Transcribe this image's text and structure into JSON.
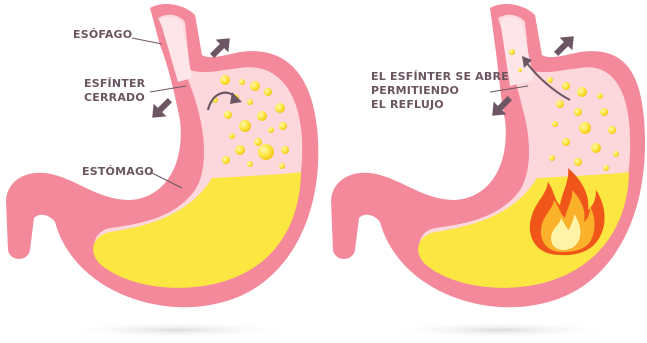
{
  "panels": {
    "left": {
      "labels": {
        "esophagus": "ESÓFAGO",
        "sphincter_line1": "ESFÍNTER",
        "sphincter_line2": "CERRADO",
        "stomach": "ESTÓMAGO"
      }
    },
    "right": {
      "labels": {
        "reflux_line1": "EL ESFÍNTER SE ABRE",
        "reflux_line2": "PERMITIENDO",
        "reflux_line3": "EL REFLUJO"
      }
    }
  },
  "colors": {
    "stomach_wall": "#f3899a",
    "stomach_inner": "#fcd8dd",
    "acid": "#fbe642",
    "acid_dark": "#f2c81a",
    "arrow": "#6c5663",
    "flame_outer": "#f2611a",
    "flame_mid": "#f79a1f",
    "flame_inner": "#fde36a",
    "shadow": "#e7e7e7"
  }
}
